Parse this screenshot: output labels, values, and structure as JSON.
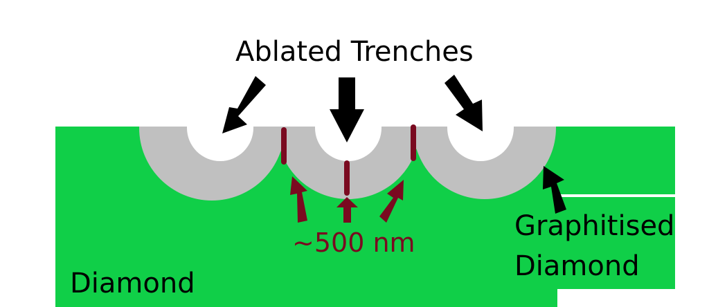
{
  "labels": {
    "top": "Ablated Trenches",
    "dimension": "~500 nm",
    "graphitised_line1": "Graphitised",
    "graphitised_line2": "Diamond",
    "substrate": "Diamond"
  },
  "colors": {
    "background": "#ffffff",
    "diamond": "#10cf48",
    "graphitised": "#c0c0c0",
    "trench": "#ffffff",
    "annotation": "#7a0a20",
    "arrow": "#000000"
  },
  "icons": {
    "trench_arrows": "arrow-down-icon",
    "graphitised_arrow": "arrow-up-icon",
    "dimension_arrows": "arrow-up-icon",
    "dimension_bars": "measure-bar-icon"
  }
}
